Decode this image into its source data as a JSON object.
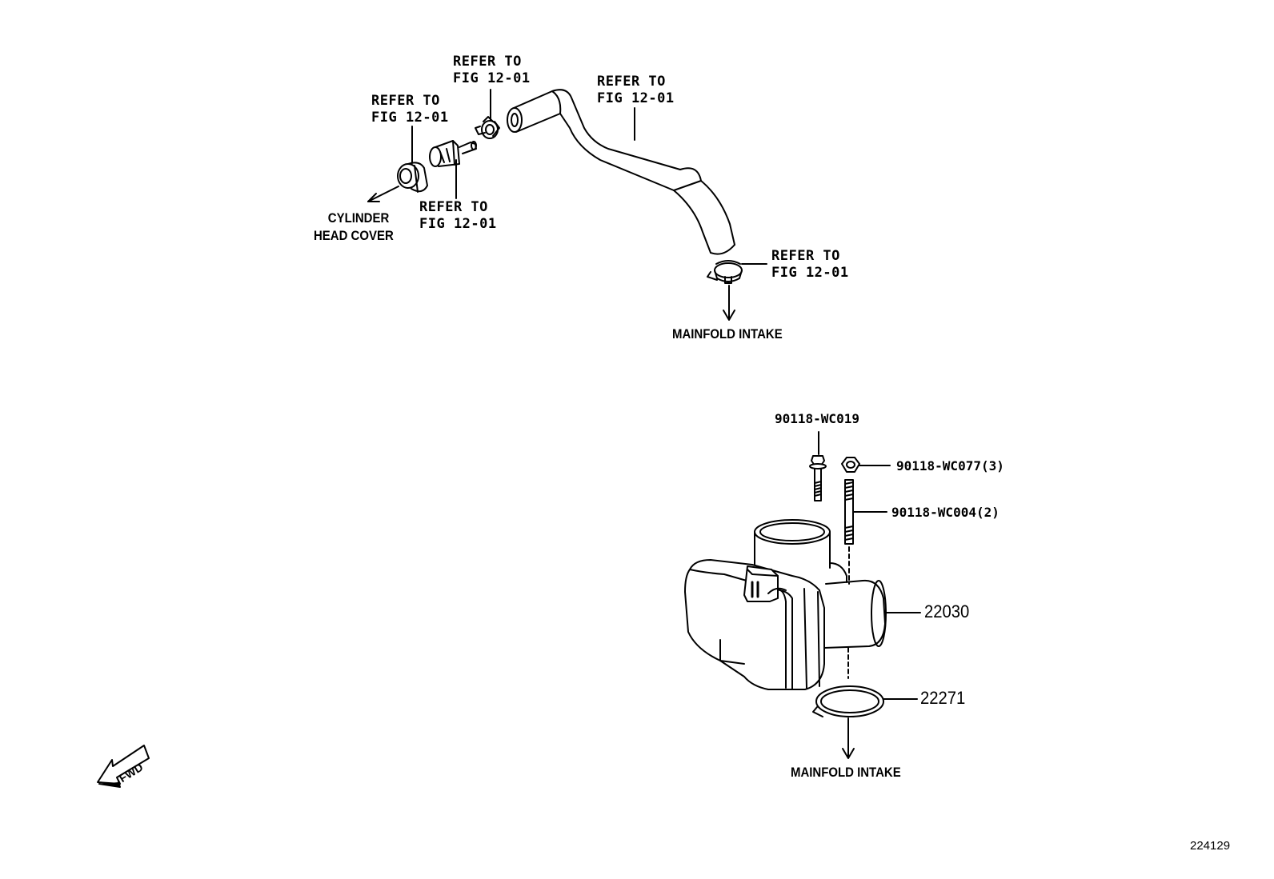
{
  "callouts": {
    "refer_top": {
      "line1": "REFER TO",
      "line2": "FIG 12-01"
    },
    "refer_left": {
      "line1": "REFER TO",
      "line2": "FIG 12-01"
    },
    "refer_hose": {
      "line1": "REFER TO",
      "line2": "FIG 12-01"
    },
    "refer_valve": {
      "line1": "REFER TO",
      "line2": "FIG 12-01"
    },
    "refer_clamp": {
      "line1": "REFER TO",
      "line2": "FIG 12-01"
    }
  },
  "destinations": {
    "cylinder_head_cover": {
      "line1": "CYLINDER",
      "line2": "HEAD COVER"
    },
    "manifold_intake_upper": "MAINFOLD INTAKE",
    "manifold_intake_lower": "MAINFOLD INTAKE"
  },
  "part_numbers": {
    "bolt": "90118-WC019",
    "nut": "90118-WC077(3)",
    "stud": "90118-WC004(2)",
    "throttle_body": "22030",
    "gasket": "22271"
  },
  "fwd_label": "FWD",
  "figure_id": "224129"
}
